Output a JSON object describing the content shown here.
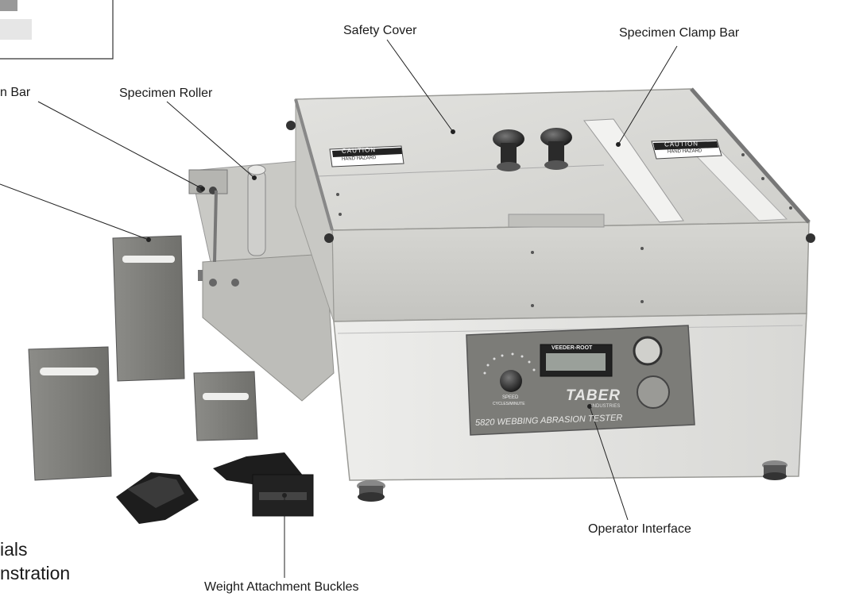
{
  "callouts": {
    "safety_cover": "Safety Cover",
    "specimen_clamp_bar": "Specimen Clamp Bar",
    "tension_bar_partial": "n Bar",
    "specimen_roller": "Specimen Roller",
    "operator_interface": "Operator Interface",
    "weight_attachment_buckles": "Weight Attachment Buckles"
  },
  "caption_fragment": {
    "line1": "ials",
    "line2": "nstration"
  },
  "device": {
    "caution_left": "CAUTION",
    "caution_left_sub": "HAND HAZARD",
    "caution_right": "CAUTION",
    "caution_right_sub": "HAND HAZARD",
    "brand": "TABER",
    "brand_sub": "INDUSTRIES",
    "model_plate": "5820 WEBBING ABRASION TESTER",
    "counter_brand": "VEEDER-ROOT",
    "dial_label": "SPEED",
    "dial_sub": "CYCLES/MINUTE"
  },
  "colors": {
    "background": "#ffffff",
    "cover": "#d9d9d6",
    "body": "#e8e8e6",
    "steel": "#8a8a86",
    "dark": "#222222",
    "panel": "#7a7a76"
  }
}
